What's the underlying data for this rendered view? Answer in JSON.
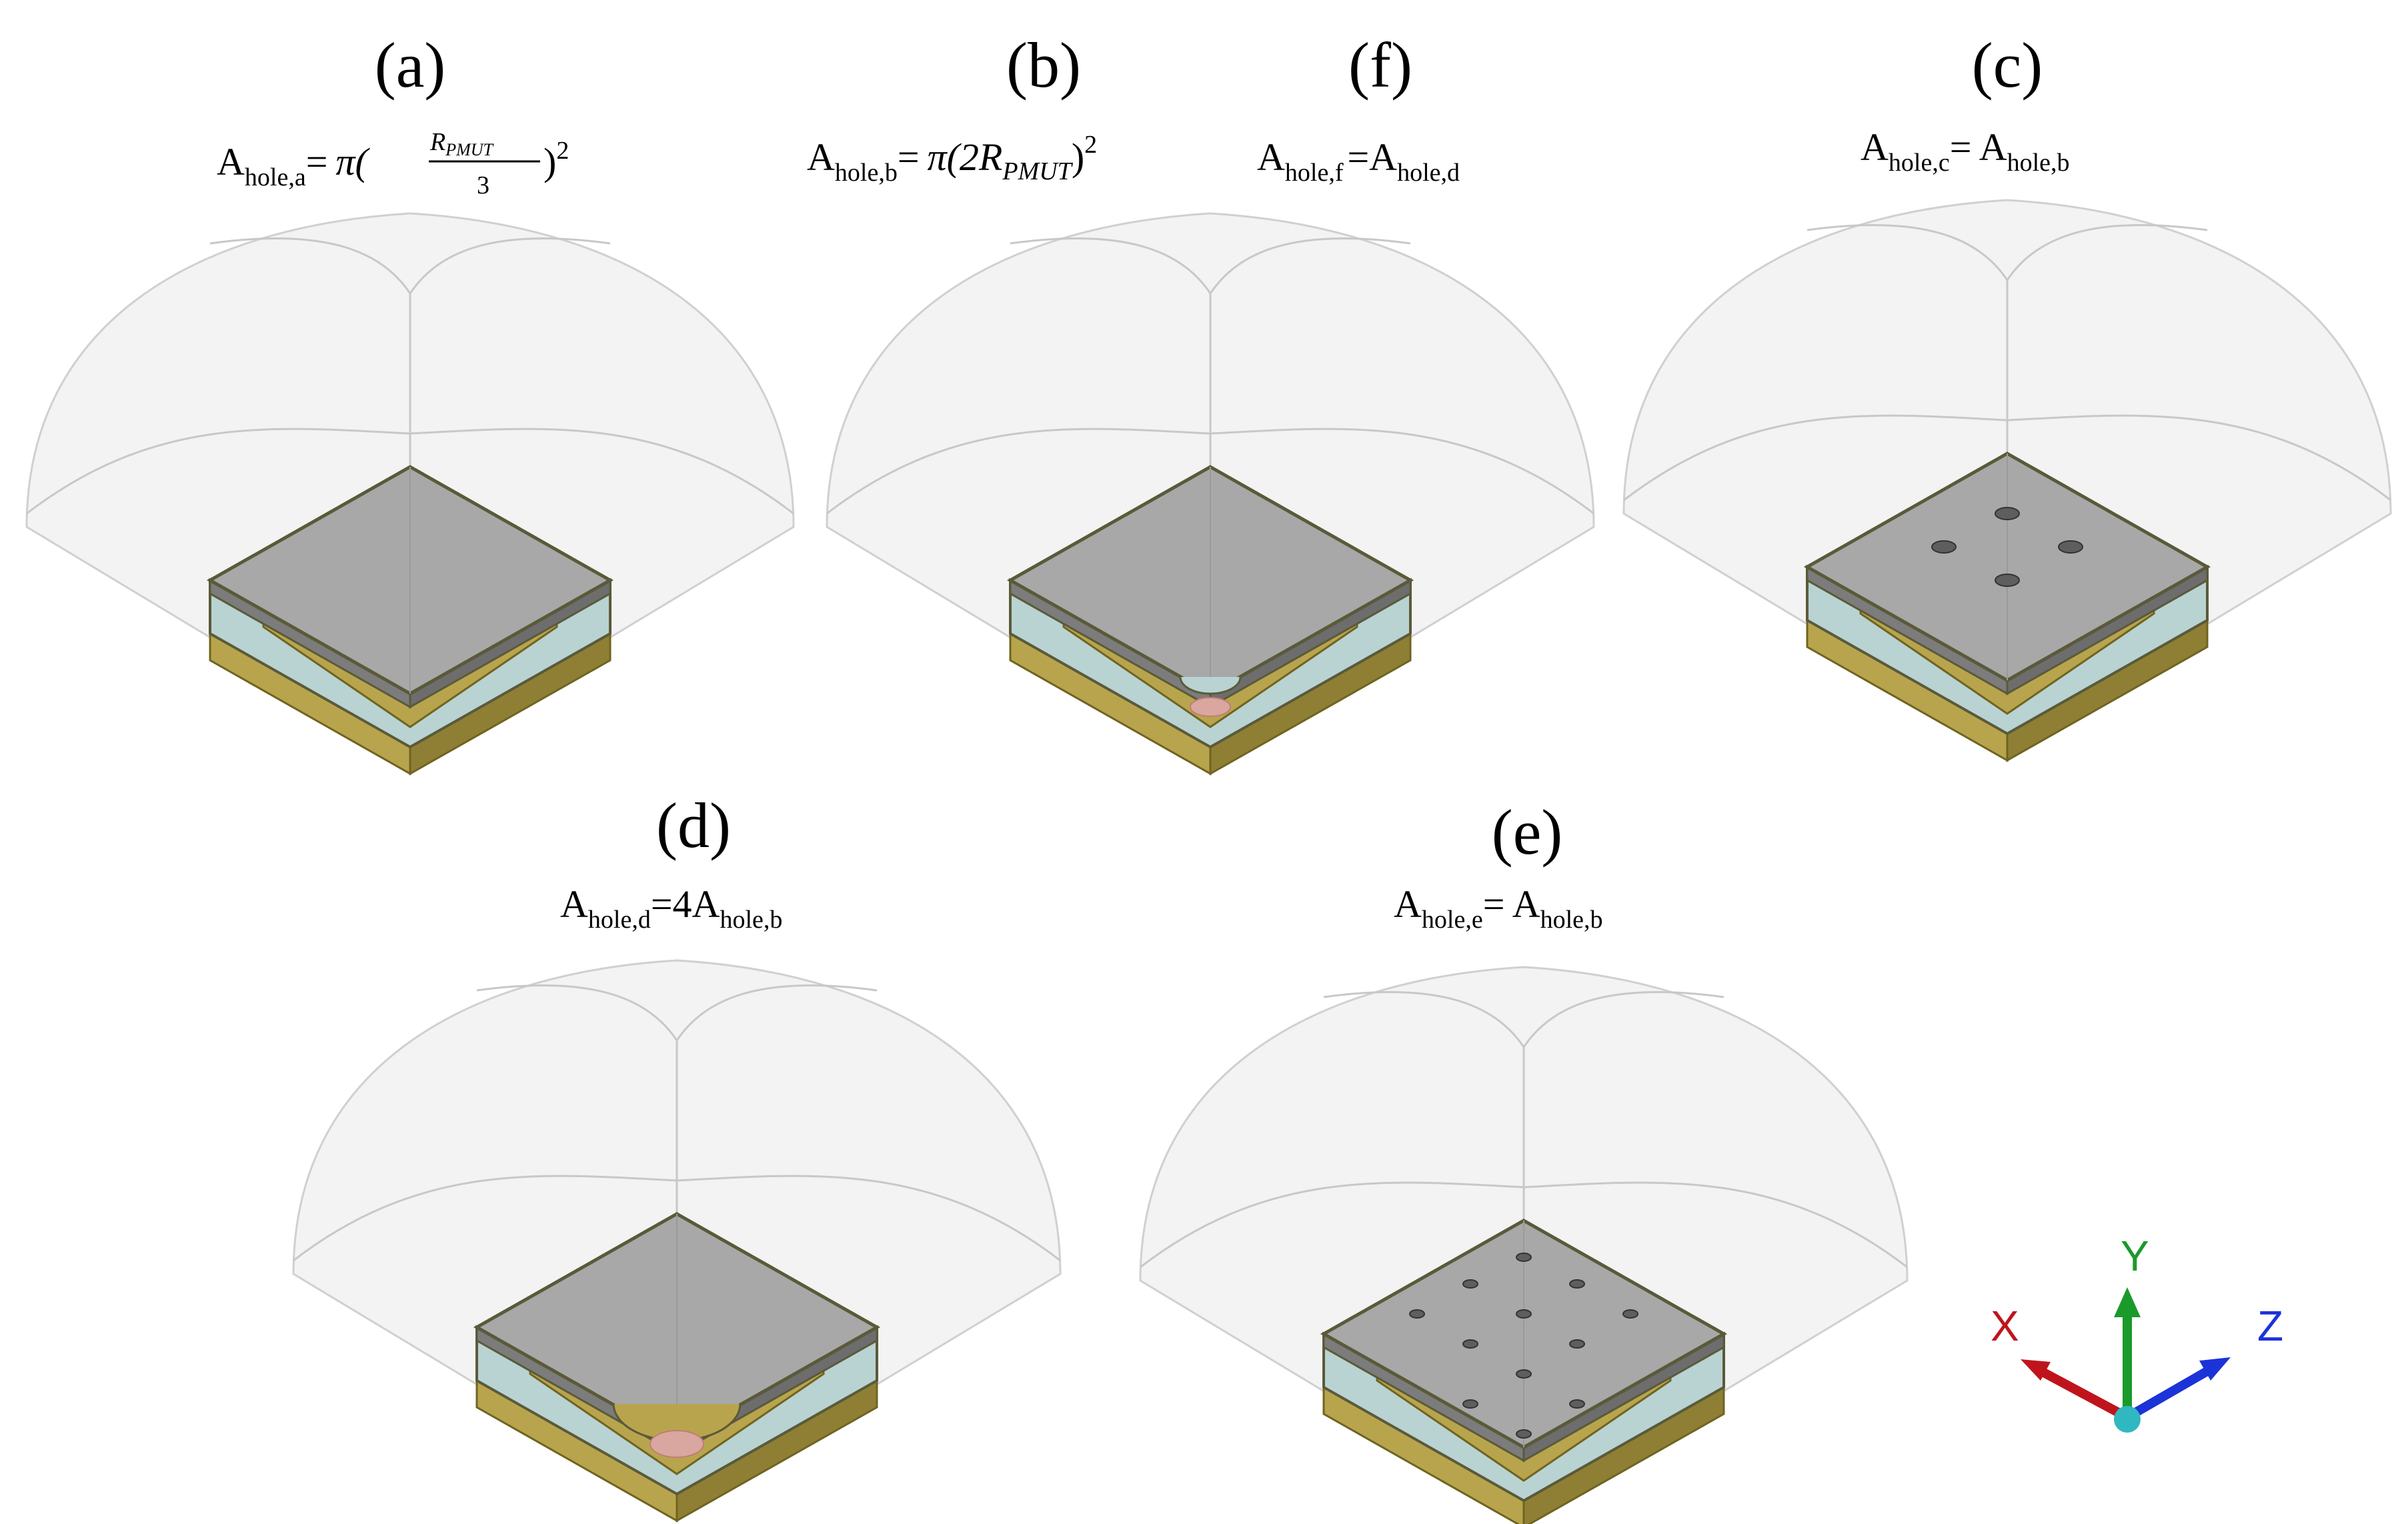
{
  "panels": [
    {
      "id": "a",
      "letter": "(a)",
      "formula": {
        "base": "A",
        "sub": "hole,a",
        "eq": "=",
        "rhs_prefix": "π(",
        "frac_num": "R",
        "frac_num_sub": "PMUT",
        "frac_den": "3",
        "rhs_suffix": ")",
        "exp": "2"
      }
    },
    {
      "id": "b",
      "letter": "(b)",
      "formula": {
        "base": "A",
        "sub": "hole,b",
        "eq": "=",
        "rhs": "π(2R",
        "rhs_sub": "PMUT",
        "rhs_close": ")",
        "exp": "2"
      }
    },
    {
      "id": "f",
      "letter": "(f)",
      "formula": {
        "base": "A",
        "sub": "hole,f",
        "eq": "=A",
        "sub2": "hole,d"
      }
    },
    {
      "id": "c",
      "letter": "(c)",
      "formula": {
        "base": "A",
        "sub": "hole,c",
        "eq": "= A",
        "sub2": "hole,b"
      }
    },
    {
      "id": "d",
      "letter": "(d)",
      "formula": {
        "base": "A",
        "sub": "hole,d",
        "eq": "=4A",
        "sub2": "hole,b"
      }
    },
    {
      "id": "e",
      "letter": "(e)",
      "formula": {
        "base": "A",
        "sub": "hole,e",
        "eq": "= A",
        "sub2": "hole,b"
      }
    }
  ],
  "axes": {
    "x_label": "X",
    "y_label": "Y",
    "z_label": "Z",
    "x_color": "#c0141c",
    "y_color": "#1a9a2a",
    "z_color": "#1c33d8",
    "origin_color": "#2fb8c0"
  },
  "colors": {
    "dome_fill": "#f2f2f2",
    "dome_stroke": "#c8c8c8",
    "plate_top": "#a8a8a8",
    "plate_side": "#7c7c7c",
    "substrate": "#b9a44e",
    "substrate_dark": "#6f6420",
    "gap": "#b9d3d2",
    "frame": "#5a5a3a",
    "hole": "#5e5e5e",
    "pmut": "#d9a7a0"
  }
}
